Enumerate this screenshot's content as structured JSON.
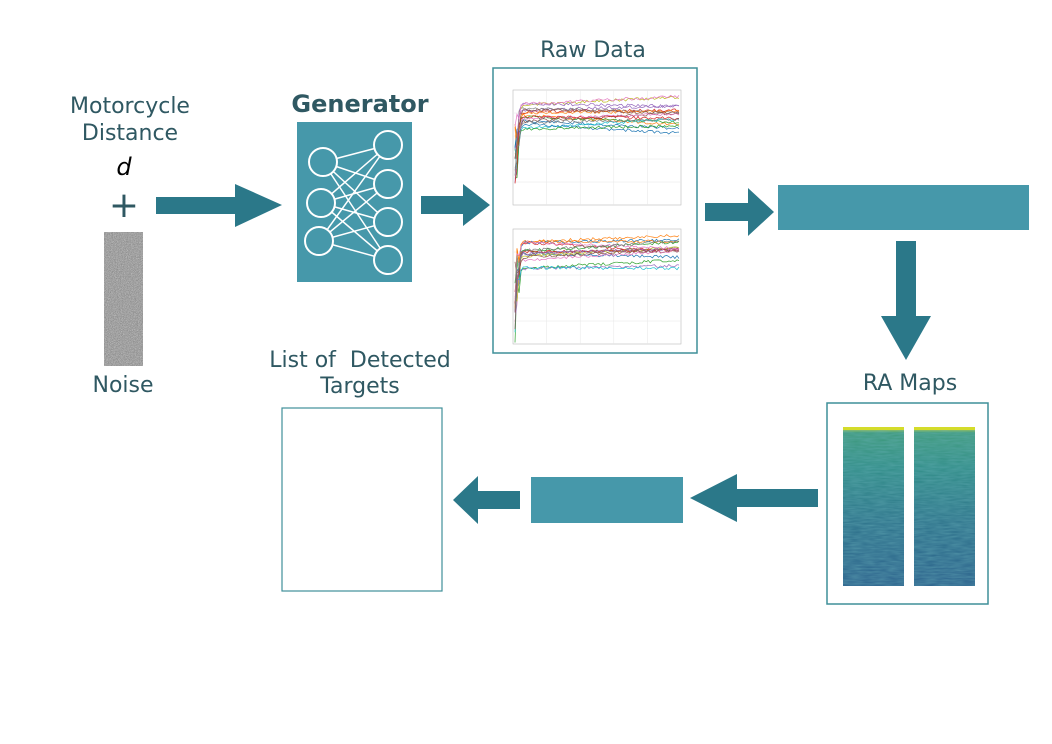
{
  "input": {
    "title_line1": "Motorcycle",
    "title_line2": "Distance",
    "variable": "d",
    "plus": "+",
    "noise_label": "Noise"
  },
  "generator": {
    "title": "Generator"
  },
  "raw_data": {
    "title": "Raw Data"
  },
  "ra_maps": {
    "title": "RA Maps"
  },
  "detected_targets": {
    "title_line1": "List of  Detected",
    "title_line2": "Targets"
  },
  "colors": {
    "text": "#2f5862",
    "arrow": "#2b7889",
    "block": "#4698aa",
    "frame": "#3f8f99"
  }
}
